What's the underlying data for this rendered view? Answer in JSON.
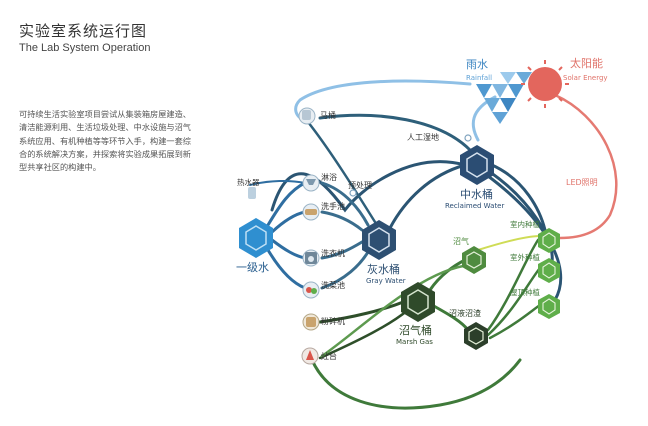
{
  "title": {
    "cn": "实验室系统运行图",
    "en": "The Lab System Operation"
  },
  "intro": "可持续生活实验室项目尝试从集装箱房屋建造、清洁能源利用、生活垃圾处理、中水设施与沼气系统应用、有机种植等等环节入手，构建一套综合的系统解决方案，并探索将实验成果拓展到新型共享社区的构建中。",
  "sources": {
    "rain": {
      "cn": "雨水",
      "en": "Rainfall"
    },
    "solar": {
      "cn": "太阳能",
      "en": "Solar Energy"
    }
  },
  "hubs": {
    "primary": {
      "cn": "一级水"
    },
    "gray": {
      "cn": "灰水桶",
      "en": "Gray Water"
    },
    "reclaimed": {
      "cn": "中水桶",
      "en": "Reclaimed Water"
    },
    "marsh": {
      "cn": "沼气桶",
      "en": "Marsh Gas"
    }
  },
  "labels": {
    "toilet": "马桶",
    "wetland": "人工湿地",
    "shower": "淋浴",
    "hotwater": "热水器",
    "sink": "洗手池",
    "washer": "洗衣机",
    "veg": "洗菜池",
    "crusher": "粉碎机",
    "stove": "灶台",
    "pretreat": "预处理",
    "biogas": "沼气",
    "slurry": "沼液沼渣",
    "indoor": "室内种植",
    "outdoor": "室外种植",
    "roof": "屋顶种植",
    "led": "LED照明"
  },
  "colors": {
    "blue": "#2c5e8c",
    "lightblue": "#7fb4dc",
    "navy": "#1f4466",
    "teal": "#3a6f8f",
    "green": "#3f7a3a",
    "darkgreen": "#2e4f2a",
    "red": "#e0736a",
    "yellowgreen": "#d6e05a"
  }
}
